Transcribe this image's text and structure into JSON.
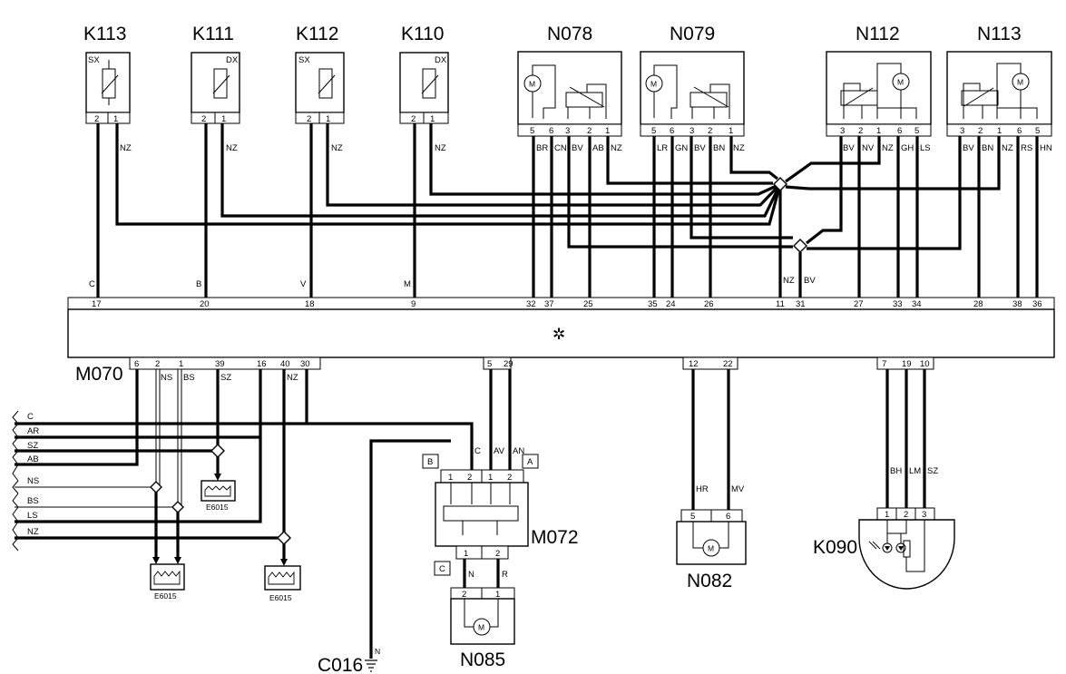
{
  "components": {
    "K113": {
      "label": "K113",
      "tag": "SX",
      "pins": [
        "2",
        "1"
      ]
    },
    "K111": {
      "label": "K111",
      "tag": "DX",
      "pins": [
        "2",
        "1"
      ]
    },
    "K112": {
      "label": "K112",
      "tag": "SX",
      "pins": [
        "2",
        "1"
      ]
    },
    "K110": {
      "label": "K110",
      "tag": "DX",
      "pins": [
        "2",
        "1"
      ]
    },
    "N078": {
      "label": "N078",
      "pins": [
        "5",
        "6",
        "3",
        "2",
        "1"
      ],
      "motor": "M"
    },
    "N079": {
      "label": "N079",
      "pins": [
        "5",
        "6",
        "3",
        "2",
        "1"
      ],
      "motor": "M"
    },
    "N112": {
      "label": "N112",
      "pins": [
        "3",
        "2",
        "1",
        "6",
        "5"
      ],
      "motor": "M"
    },
    "N113": {
      "label": "N113",
      "pins": [
        "3",
        "2",
        "1",
        "6",
        "5"
      ],
      "motor": "M"
    },
    "M070": {
      "label": "M070",
      "symbol": "✲"
    },
    "M072": {
      "label": "M072",
      "pins_top": [
        "1",
        "2",
        "1",
        "2"
      ],
      "pins_bottom": [
        "1",
        "2"
      ]
    },
    "N082": {
      "label": "N082",
      "pins": [
        "5",
        "6"
      ],
      "motor": "M"
    },
    "N085": {
      "label": "N085",
      "pins": [
        "2",
        "1"
      ],
      "motor": "M"
    },
    "K090": {
      "label": "K090",
      "pins": [
        "1",
        "2",
        "3"
      ]
    },
    "C016": {
      "label": "C016"
    },
    "E6015": {
      "label": "E6015"
    }
  },
  "connector_letters": {
    "A": "A",
    "B": "B",
    "C": "C"
  },
  "wire_colors": {
    "K113": [
      "C",
      "NZ"
    ],
    "K111": [
      "B",
      "NZ"
    ],
    "K112": [
      "V",
      "NZ"
    ],
    "K110": [
      "M",
      "NZ"
    ],
    "N078": [
      "BR",
      "CN",
      "BV",
      "AB",
      "NZ"
    ],
    "N079": [
      "LR",
      "GN",
      "BV",
      "BN",
      "NZ"
    ],
    "N112": [
      "BV",
      "NV",
      "NZ",
      "GH",
      "LS"
    ],
    "N113": [
      "BV",
      "BN",
      "NZ",
      "RS",
      "HN"
    ],
    "splice": [
      "NZ",
      "BV"
    ],
    "M070_bottom": [
      "NS",
      "BS",
      "SZ",
      "NZ"
    ],
    "M072": [
      "C",
      "AV",
      "AN"
    ],
    "N085": [
      "N",
      "R"
    ],
    "N082": [
      "HR",
      "MV"
    ],
    "K090": [
      "BH",
      "LM",
      "SZ"
    ],
    "C016": "N"
  },
  "m070_top_pins": [
    "17",
    "20",
    "18",
    "9",
    "32",
    "37",
    "25",
    "35",
    "24",
    "26",
    "11",
    "31",
    "27",
    "33",
    "34",
    "28",
    "38",
    "36"
  ],
  "m070_bottom_pins": [
    "6",
    "2",
    "1",
    "39",
    "16",
    "40",
    "30",
    "5",
    "29",
    "12",
    "22",
    "7",
    "19",
    "10"
  ],
  "harness": [
    "C",
    "AR",
    "SZ",
    "AB",
    "NS",
    "BS",
    "LS",
    "NZ"
  ]
}
